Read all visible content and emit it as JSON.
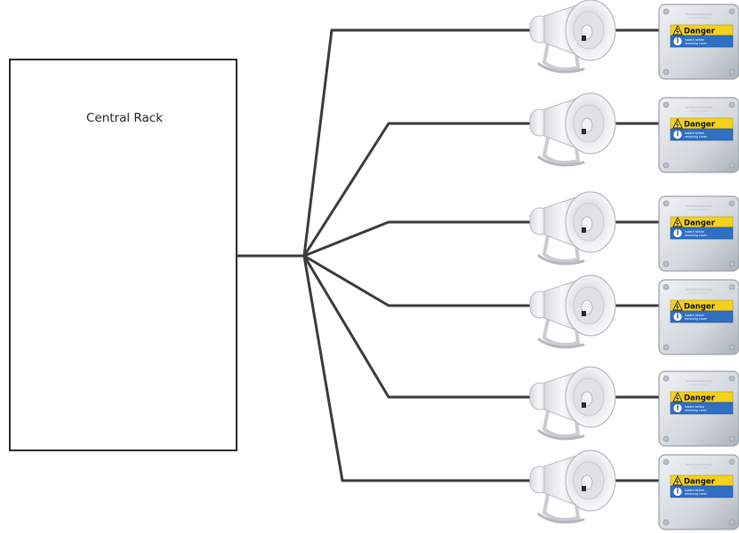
{
  "rack": {
    "label": "Central Rack"
  },
  "branch_count": 6,
  "junction_box": {
    "sign_text": "Danger",
    "warning_text": [
      "Isolate before",
      "removing cover"
    ]
  },
  "colors": {
    "wire": "#3a3a3a",
    "rack_border": "#2b2b2b",
    "rack_fill": "#ffffff",
    "danger_yellow": "#f4d11a",
    "warning_blue": "#2f6fc4",
    "box_grey": "#c8cdd3"
  }
}
